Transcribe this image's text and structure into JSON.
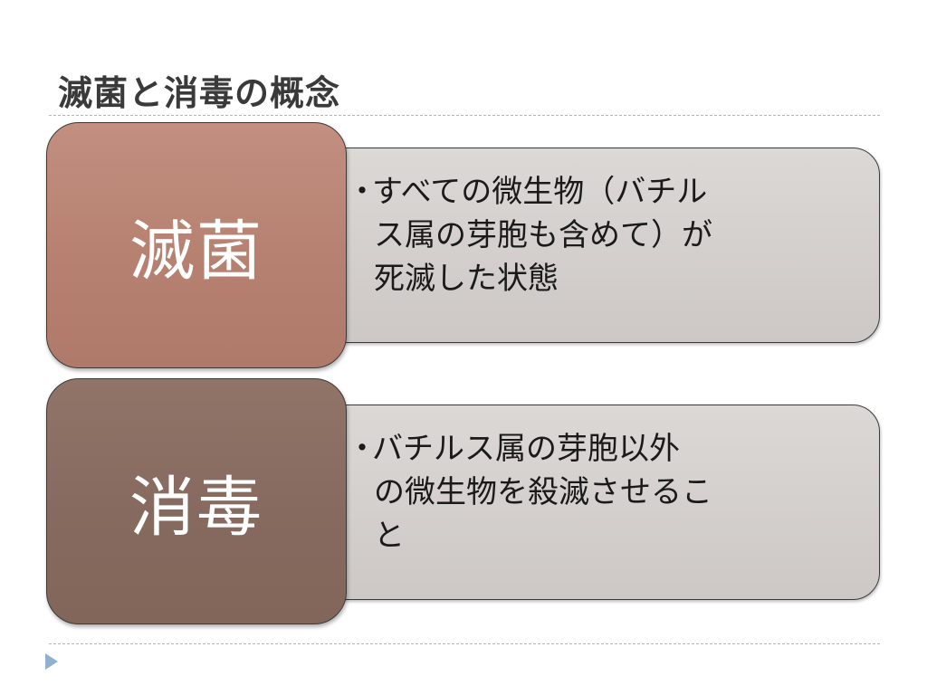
{
  "slide": {
    "title": "滅菌と消毒の概念"
  },
  "rows": [
    {
      "term": "滅菌",
      "bullet": "・",
      "description_lines": [
        "すべての微生物（バチル",
        "ス属の芽胞も含めて）が",
        "死滅した状態"
      ]
    },
    {
      "term": "消毒",
      "bullet": "・",
      "description_lines": [
        "バチルス属の芽胞以外",
        "の微生物を殺滅させるこ",
        "と"
      ]
    }
  ],
  "icons": {
    "nav": "triangle-right-icon"
  },
  "colors": {
    "term1_fill": "#b68170",
    "term2_fill": "#876a5f",
    "desc_fill": "#d4d0cd",
    "divider": "#a9b7c4",
    "nav_arrow": "#8fb0cf"
  }
}
